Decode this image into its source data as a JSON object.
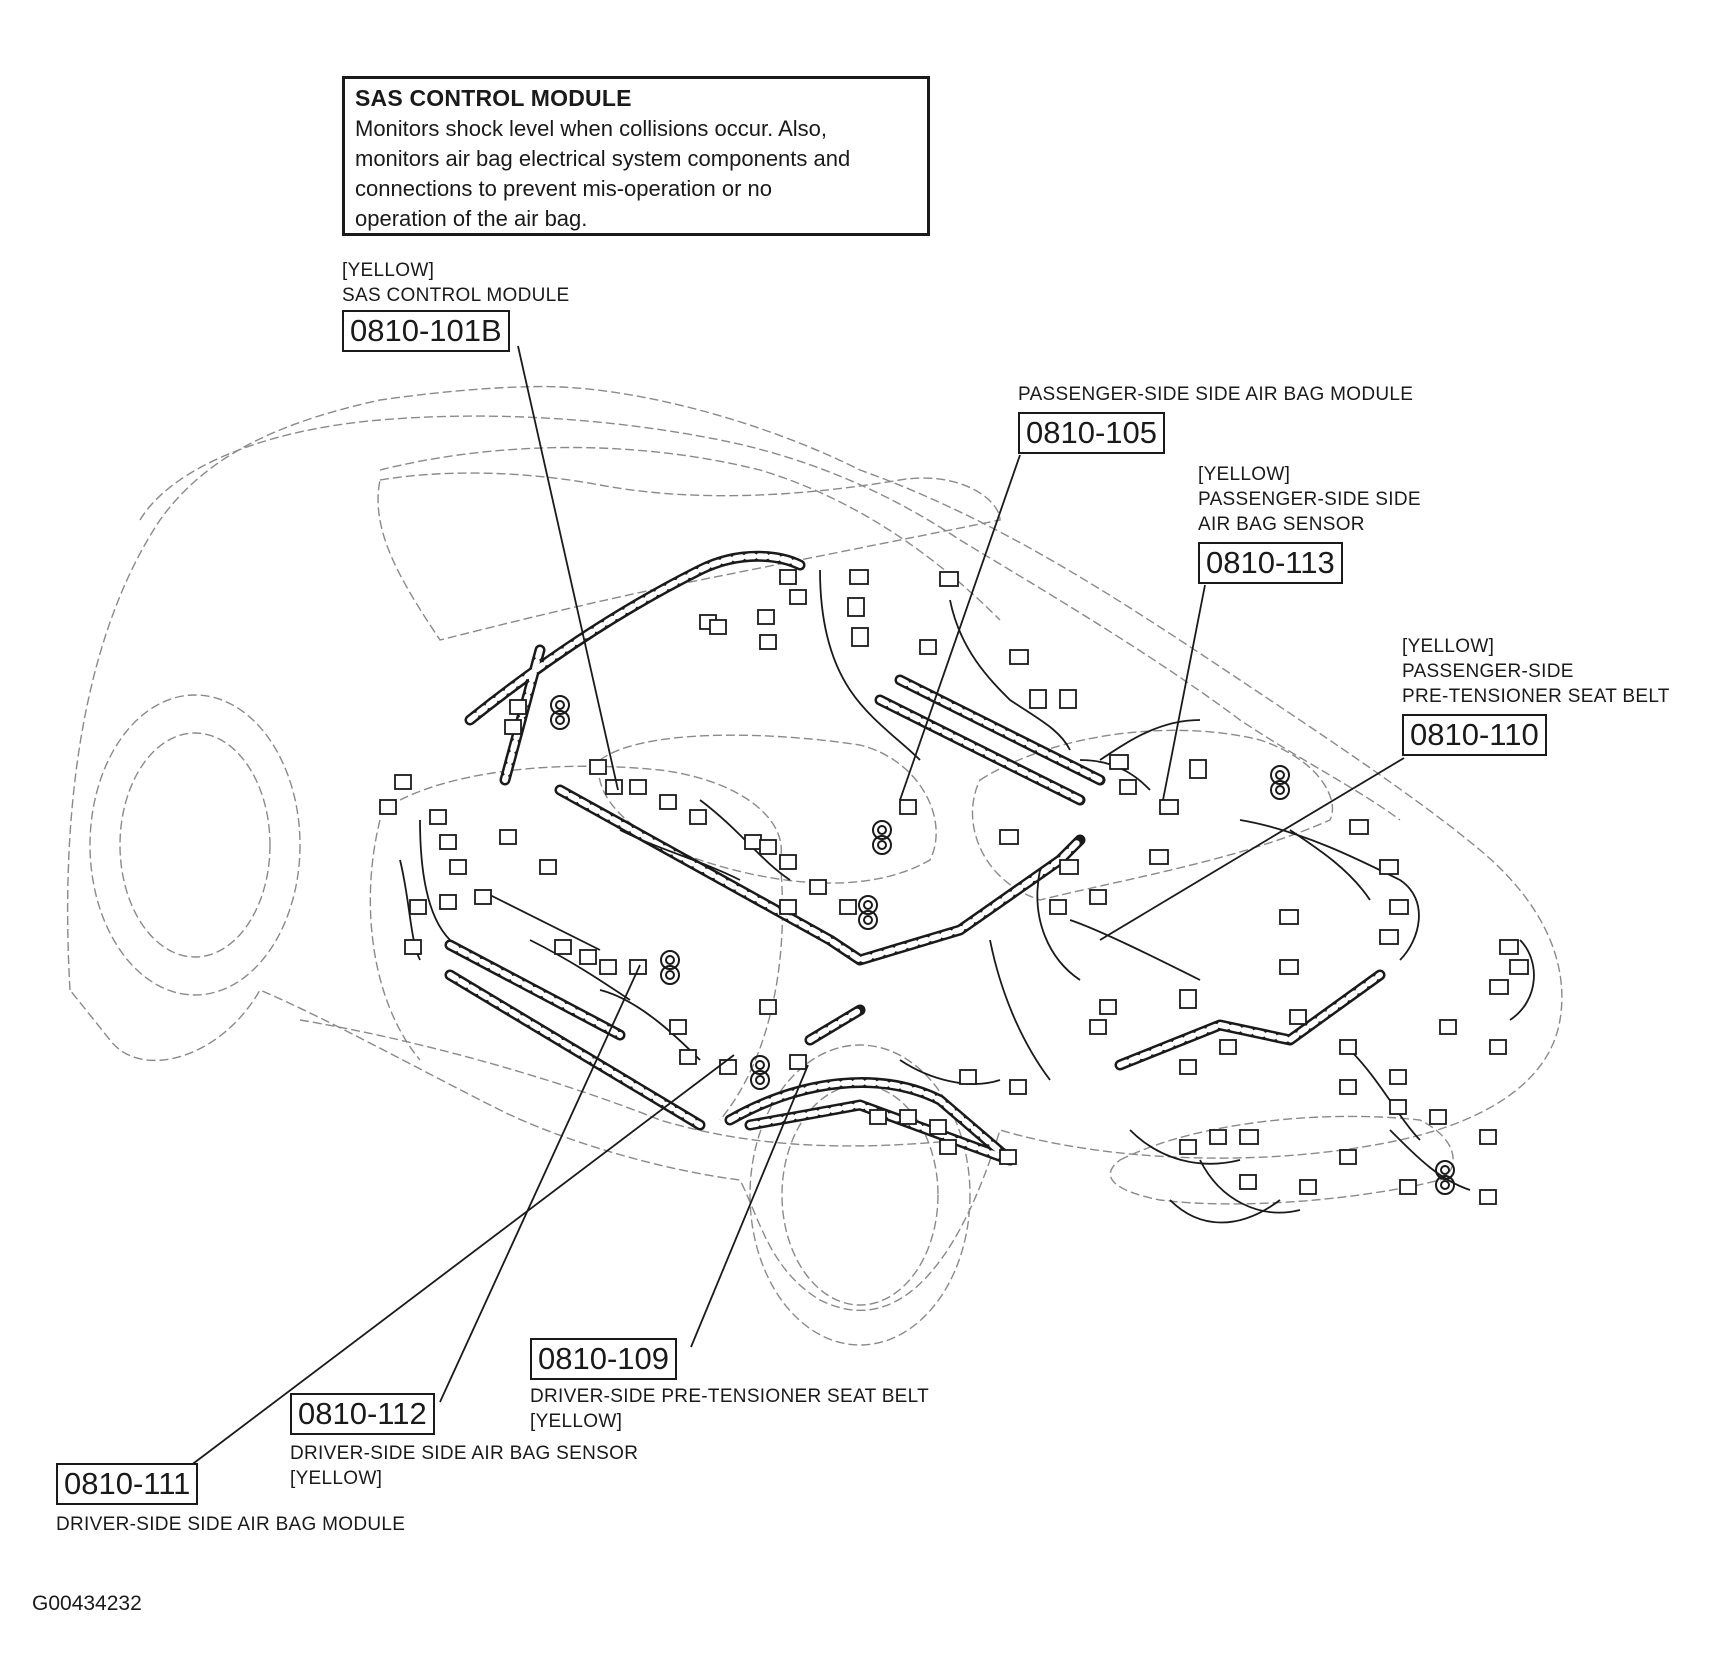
{
  "note": {
    "title": "SAS CONTROL MODULE",
    "lines": [
      "Monitors shock level when collisions occur. Also,",
      "monitors air bag electrical system components and",
      "connections to prevent mis-operation or no",
      "operation of the air bag."
    ]
  },
  "callouts": [
    {
      "code": "0810-101B",
      "color_tag": "[YELLOW]",
      "name": "SAS CONTROL MODULE"
    },
    {
      "code": "0810-105",
      "name": "PASSENGER-SIDE SIDE AIR BAG MODULE"
    },
    {
      "code": "0810-113",
      "color_tag": "[YELLOW]",
      "name_lines": [
        "PASSENGER-SIDE SIDE",
        "AIR BAG SENSOR"
      ]
    },
    {
      "code": "0810-110",
      "color_tag": "[YELLOW]",
      "name_lines": [
        "PASSENGER-SIDE",
        "PRE-TENSIONER SEAT BELT"
      ]
    },
    {
      "code": "0810-109",
      "name": "DRIVER-SIDE PRE-TENSIONER SEAT BELT",
      "color_tag": "[YELLOW]"
    },
    {
      "code": "0810-112",
      "name": "DRIVER-SIDE SIDE AIR BAG SENSOR",
      "color_tag": "[YELLOW]"
    },
    {
      "code": "0810-111",
      "name": "DRIVER-SIDE SIDE AIR BAG MODULE"
    }
  ],
  "figure_id": "G00434232"
}
